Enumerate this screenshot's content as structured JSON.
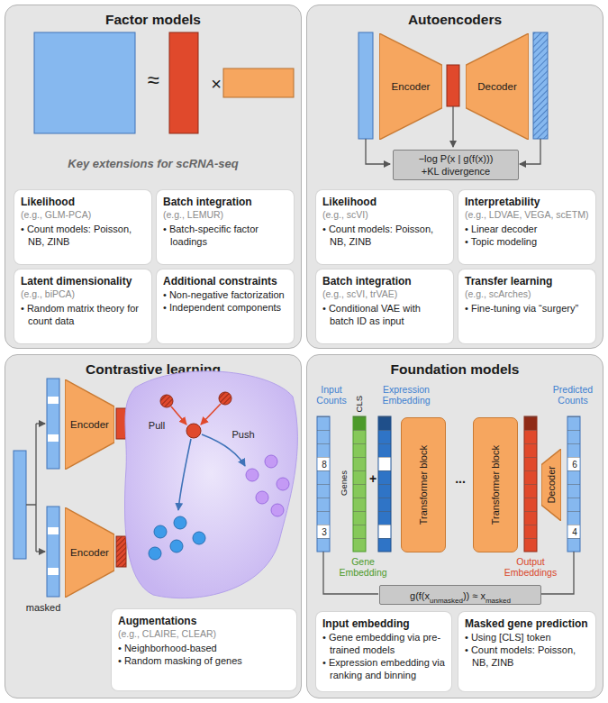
{
  "diagram": {
    "nodes": [
      {
        "text": [
          "Factor models",
          "Key extensions for scRNA-seq"
        ]
      },
      {
        "text": [
          "Likelihood",
          "(e.g., GLM-PCA)",
          "• Count models: Poisson, NB, ZINB"
        ],
        "in": 0
      },
      {
        "text": [
          "Batch integration",
          "(e.g., LEMUR)",
          "• Batch-specific factor loadings"
        ],
        "in": 0
      },
      {
        "text": [
          "Latent dimensionality",
          "(e.g., biPCA)",
          "• Random matrix theory for count data"
        ],
        "in": 0
      },
      {
        "text": [
          "Additional constraints",
          "• Non-negative factorization",
          "• Independent components"
        ],
        "in": 0
      },
      {
        "text": [
          "Autoencoders"
        ]
      },
      {
        "text": [
          "Encoder"
        ],
        "in": 5
      },
      {
        "text": [
          "Decoder"
        ],
        "in": 5
      },
      {
        "text": [
          "−log P(x | g(f(x)))",
          "+KL divergence"
        ],
        "in": 5
      },
      {
        "text": [
          "Likelihood",
          "(e.g., scVI)",
          "• Count models: Poisson, NB, ZINB"
        ],
        "in": 5
      },
      {
        "text": [
          "Interpretability",
          "(e.g., LDVAE, VEGA, scETM)",
          "• Linear decoder",
          "• Topic modeling"
        ],
        "in": 5
      },
      {
        "text": [
          "Batch integration",
          "(e.g., scVI, trVAE)",
          "• Conditional VAE with batch ID as input"
        ],
        "in": 5
      },
      {
        "text": [
          "Transfer learning",
          "(e.g., scArches)",
          "• Fine-tuning via “surgery”"
        ],
        "in": 5
      },
      {
        "text": [
          "Contrastive learning"
        ]
      },
      {
        "text": [
          "Encoder"
        ],
        "in": 13
      },
      {
        "text": [
          "Encoder"
        ],
        "in": 13
      },
      {
        "text": [
          "Augmentations",
          "(e.g., CLAIRE, CLEAR)",
          "• Neighborhood-based",
          "• Random masking of genes"
        ],
        "in": 13
      },
      {
        "text": [
          "Foundation models"
        ]
      },
      {
        "text": [
          "Transformer block"
        ],
        "in": 17
      },
      {
        "text": [
          "Transformer block"
        ],
        "in": 17
      },
      {
        "text": [
          "Decoder"
        ],
        "in": 17
      },
      {
        "text": [
          "g(f(x",
          "unmasked",
          ")) ≈ x",
          "masked"
        ],
        "in": 17
      },
      {
        "text": [
          "Input embedding",
          "• Gene embedding via pre-trained models",
          "• Expression embedding via ranking and binning"
        ],
        "in": 17
      },
      {
        "text": [
          "Masked gene prediction",
          "• Using [CLS] token",
          "• Count models: Poisson, NB, ZINB"
        ],
        "in": 17
      }
    ],
    "labels": [
      "≈",
      "×",
      "masked",
      "Pull",
      "Push",
      "Input Counts",
      "8",
      "3",
      "CLS",
      "Genes",
      "Expression Embedding",
      "+",
      "Gene Embedding",
      "...",
      "Output Embeddings",
      "Predicted Counts",
      "6",
      "4"
    ]
  }
}
